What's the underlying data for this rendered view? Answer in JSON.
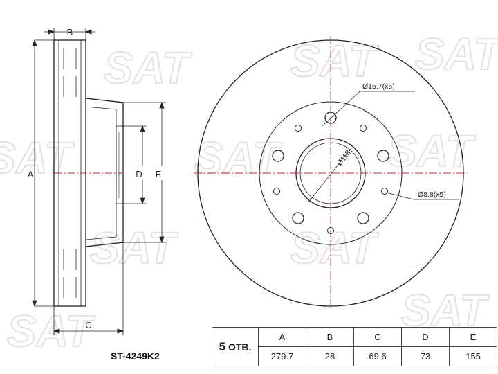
{
  "brand": {
    "watermark": "SAT"
  },
  "part_number": "ST-4249K2",
  "dimension_labels": {
    "a": "A",
    "b": "B",
    "c": "C",
    "d": "D",
    "e": "E"
  },
  "front_view": {
    "large_holes": "Ø15.7(x5)",
    "center_bore": "Ø118",
    "small_holes": "Ø8.8(x5)"
  },
  "spec_table": {
    "holes_count": "5",
    "holes_unit": "ОТВ.",
    "headers": [
      "A",
      "B",
      "C",
      "D",
      "E"
    ],
    "values": [
      "279.7",
      "28",
      "69.6",
      "73",
      "155"
    ]
  },
  "colors": {
    "line": "#222222",
    "watermark": "#dcdcdc",
    "center_line": "#c0392b"
  }
}
